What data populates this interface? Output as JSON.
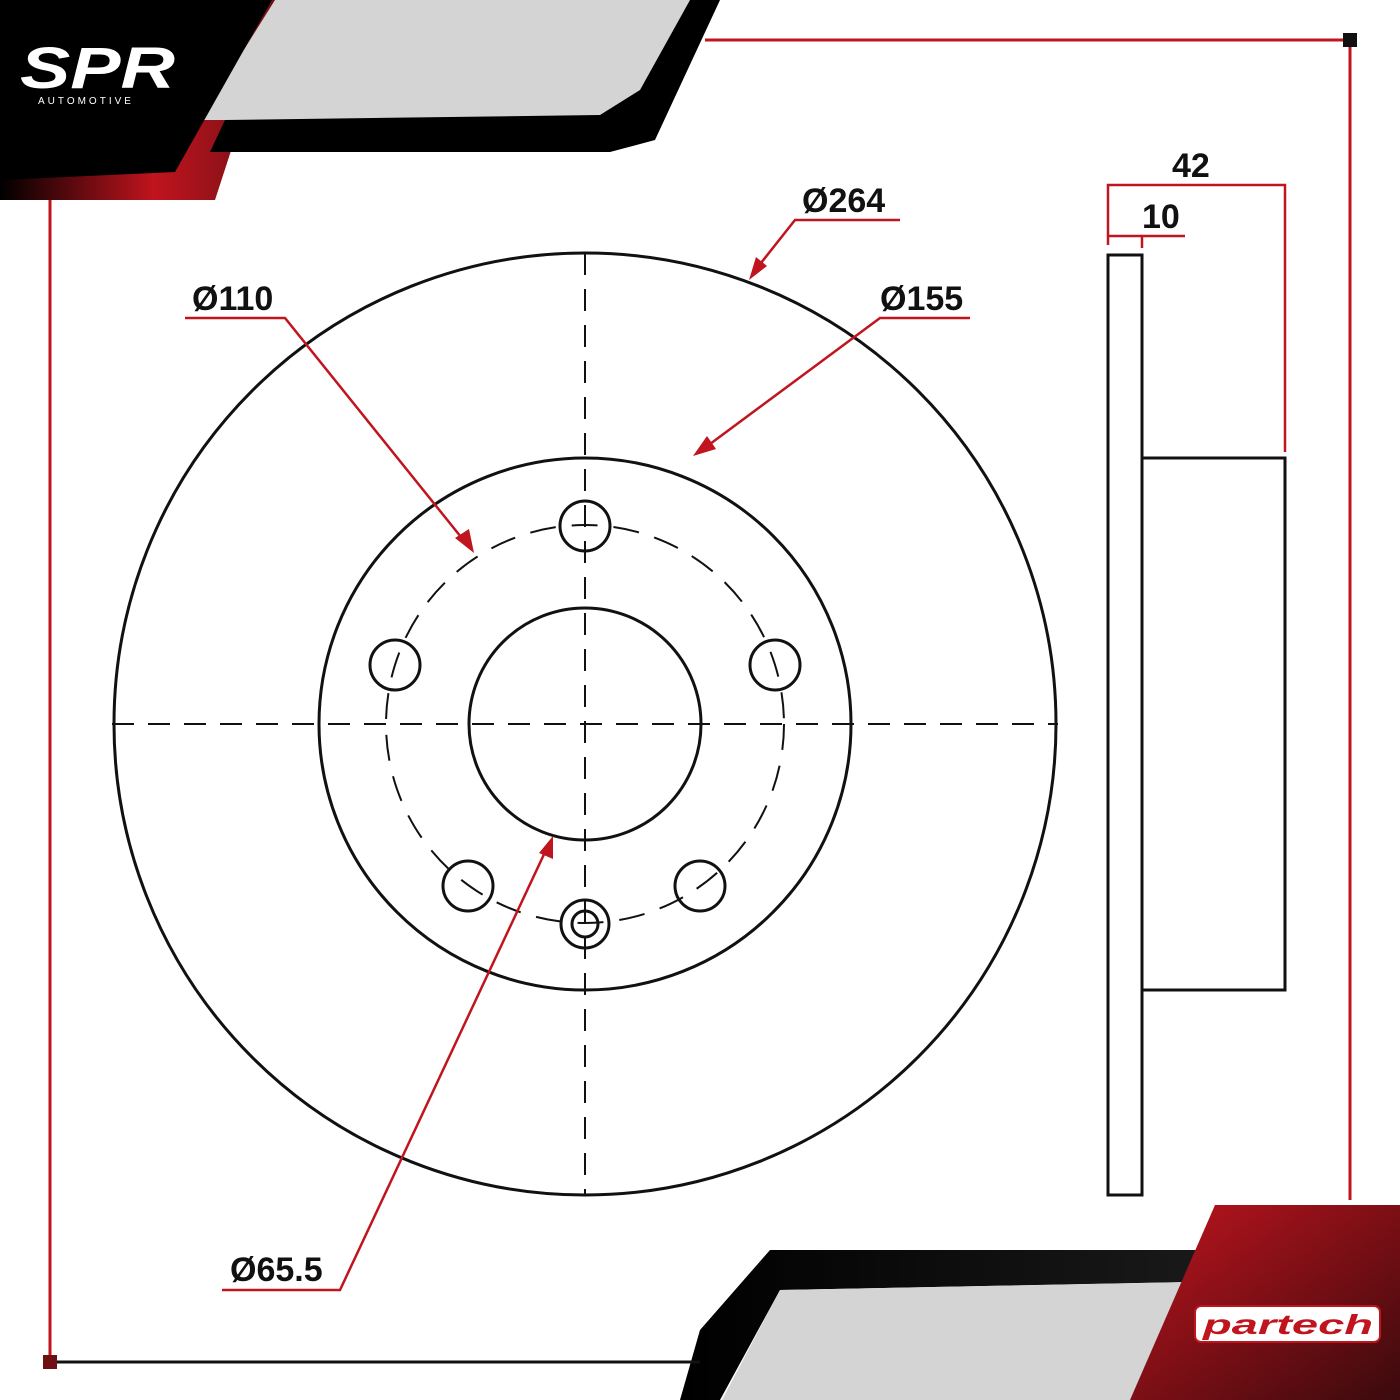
{
  "brand": {
    "logo_main": "SPR",
    "logo_sub": "AUTOMOTIVE",
    "partner_logo": "partech"
  },
  "colors": {
    "accent_red": "#c0141e",
    "dark_red": "#6e0f14",
    "outline": "#111111",
    "panel_grey": "#d4d4d4",
    "black": "#000000"
  },
  "dimensions": {
    "outer_diameter": "Ø264",
    "bolt_circle": "Ø110",
    "hat_diameter": "Ø155",
    "center_bore": "Ø65.5",
    "total_height": "42",
    "disc_thickness": "10"
  }
}
